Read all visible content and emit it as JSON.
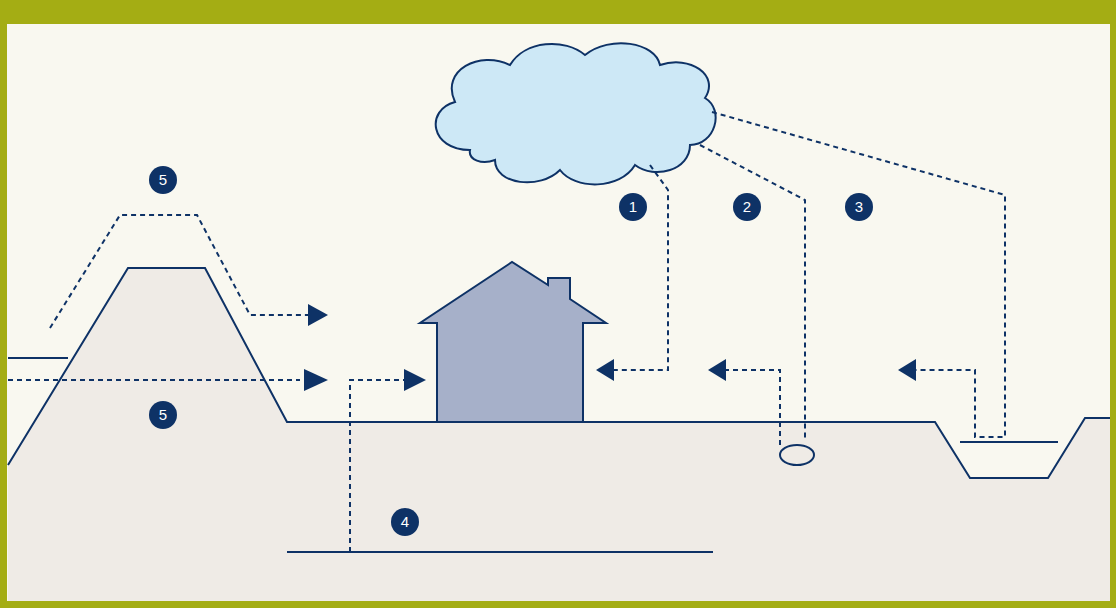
{
  "diagram": {
    "labels": [
      "5",
      "1",
      "2",
      "3",
      "5",
      "4"
    ]
  }
}
